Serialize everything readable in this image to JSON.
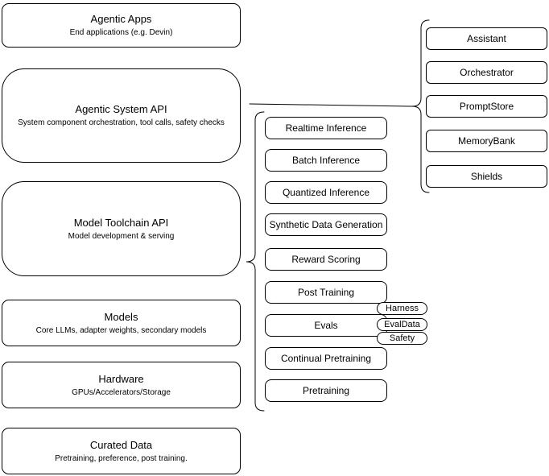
{
  "diagram": {
    "left_stack": [
      {
        "title": "Agentic Apps",
        "subtitle": "End applications (e.g. Devin)"
      },
      {
        "title": "Agentic System API",
        "subtitle": "System component orchestration, tool calls, safety checks"
      },
      {
        "title": "Model Toolchain API",
        "subtitle": "Model development & serving"
      },
      {
        "title": "Models",
        "subtitle": "Core LLMs, adapter weights, secondary models"
      },
      {
        "title": "Hardware",
        "subtitle": "GPUs/Accelerators/Storage"
      },
      {
        "title": "Curated Data",
        "subtitle": "Pretraining, preference, post training."
      }
    ],
    "toolchain_services": [
      "Realtime Inference",
      "Batch Inference",
      "Quantized Inference",
      "Synthetic Data Generation",
      "Reward Scoring",
      "Post Training",
      "Evals",
      "Continual Pretraining",
      "Pretraining"
    ],
    "eval_tags": [
      "Harness",
      "EvalData",
      "Safety"
    ],
    "system_components": [
      "Assistant",
      "Orchestrator",
      "PromptStore",
      "MemoryBank",
      "Shields"
    ],
    "colors": {
      "stroke": "#000000",
      "fill": "#ffffff",
      "text": "#000000"
    }
  }
}
